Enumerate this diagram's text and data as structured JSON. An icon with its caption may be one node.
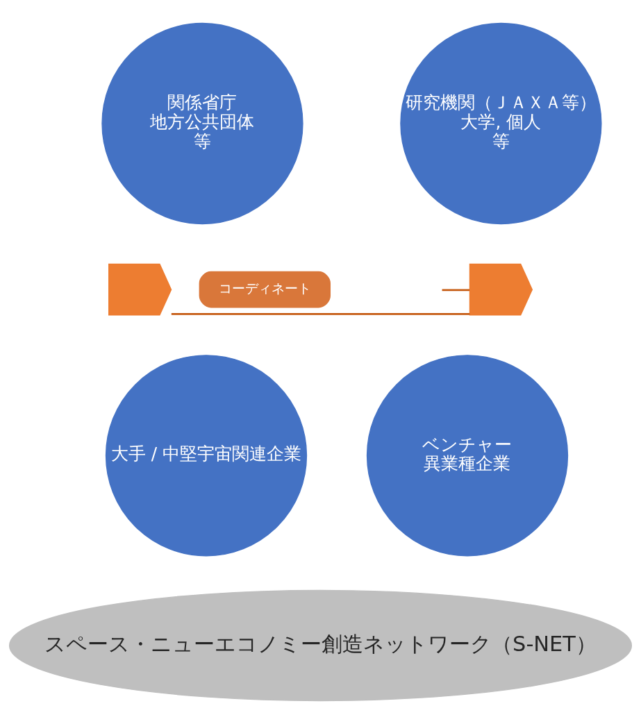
{
  "diagram": {
    "nodes": [
      {
        "text": [
          "スペース・ニューエコノミー創造ネットワーク（S-NET）"
        ]
      },
      {
        "text": [
          "関係省庁",
          "地方公共団体",
          "等"
        ]
      },
      {
        "text": [
          "研究機関（ＪＡＸＡ等）",
          "大学, 個人",
          "等"
        ]
      },
      {
        "text": [
          "大手 / 中堅宇宙関連企業"
        ]
      },
      {
        "text": [
          "ベンチャー",
          "異業種企業"
        ]
      },
      {
        "text": [
          "コーディネート"
        ]
      },
      {
        "text": [],
        "shape": "chevron"
      },
      {
        "text": [],
        "shape": "chevron"
      }
    ],
    "edges": [
      {
        "from": 6,
        "to": 7,
        "arrow": "none",
        "color": "#c55a11"
      },
      {
        "from": 7,
        "to": null,
        "arrow": "none",
        "color": "#c55a11"
      }
    ]
  }
}
